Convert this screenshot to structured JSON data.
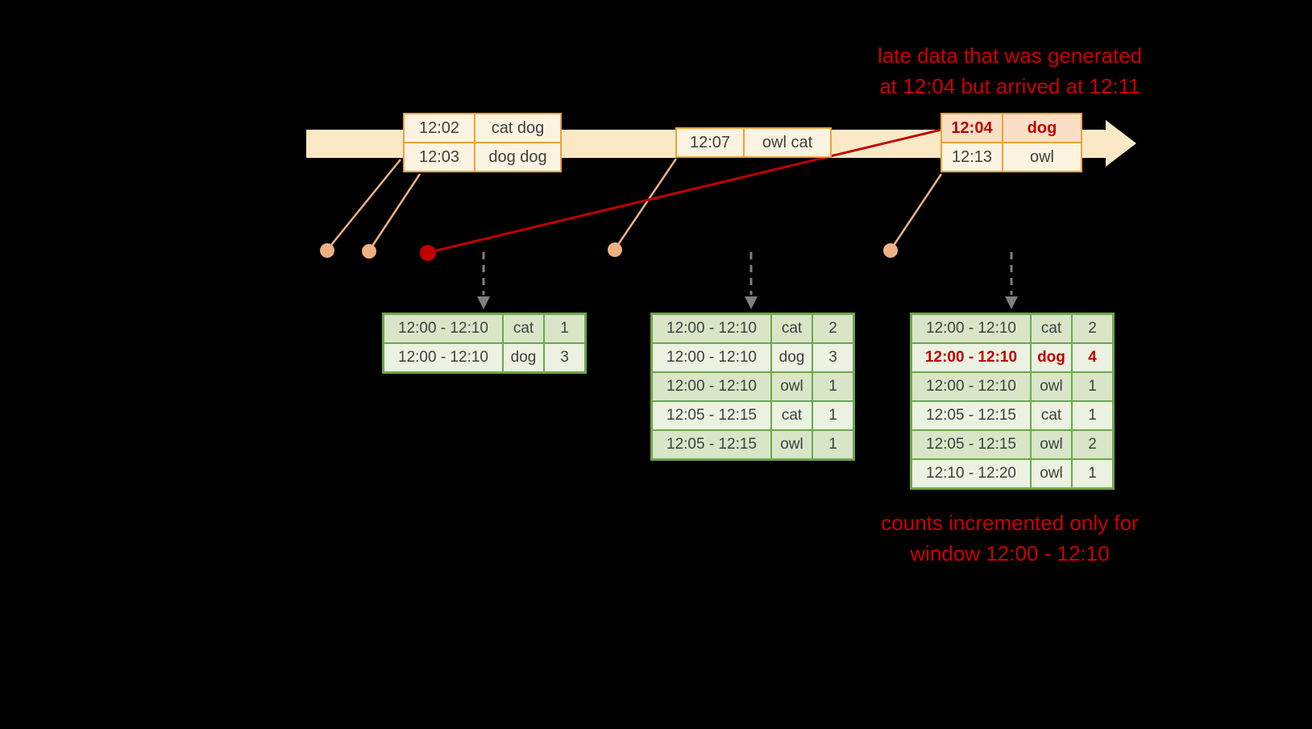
{
  "annotations": {
    "late_data_line1": "late data that was generated",
    "late_data_line2": "at 12:04 but arrived at 12:11",
    "counts_line1": "counts incremented only for",
    "counts_line2": "window 12:00 - 12:10"
  },
  "events": {
    "batch1": {
      "rows": [
        {
          "time": "12:02",
          "words": "cat dog"
        },
        {
          "time": "12:03",
          "words": "dog dog"
        }
      ]
    },
    "batch2": {
      "rows": [
        {
          "time": "12:07",
          "words": "owl cat"
        }
      ]
    },
    "batch3": {
      "rows": [
        {
          "time": "12:04",
          "words": "dog"
        },
        {
          "time": "12:13",
          "words": "owl"
        }
      ]
    }
  },
  "results": {
    "t1": {
      "rows": [
        {
          "window": "12:00 - 12:10",
          "word": "cat",
          "count": "1"
        },
        {
          "window": "12:00 - 12:10",
          "word": "dog",
          "count": "3"
        }
      ]
    },
    "t2": {
      "rows": [
        {
          "window": "12:00 - 12:10",
          "word": "cat",
          "count": "2"
        },
        {
          "window": "12:00 - 12:10",
          "word": "dog",
          "count": "3"
        },
        {
          "window": "12:00 - 12:10",
          "word": "owl",
          "count": "1"
        },
        {
          "window": "12:05 - 12:15",
          "word": "cat",
          "count": "1"
        },
        {
          "window": "12:05 - 12:15",
          "word": "owl",
          "count": "1"
        }
      ]
    },
    "t3": {
      "rows": [
        {
          "window": "12:00 - 12:10",
          "word": "cat",
          "count": "2"
        },
        {
          "window": "12:00 - 12:10",
          "word": "dog",
          "count": "4"
        },
        {
          "window": "12:00 - 12:10",
          "word": "owl",
          "count": "1"
        },
        {
          "window": "12:05 - 12:15",
          "word": "cat",
          "count": "1"
        },
        {
          "window": "12:05 - 12:15",
          "word": "owl",
          "count": "2"
        },
        {
          "window": "12:10 - 12:20",
          "word": "owl",
          "count": "1"
        }
      ]
    }
  },
  "colors": {
    "background": "#000000",
    "timeline_arrow": "#FBE9C6",
    "event_border": "#E8A33D",
    "event_fill": "#FDF3E1",
    "late_row_fill": "#FBDFC6",
    "connector_peach": "#EFB183",
    "late_red": "#C00000",
    "annotation_red": "#CC0000",
    "trigger_arrow_gray": "#7F7F7F",
    "result_border": "#6FA64C",
    "result_row_dark": "#D8E6C7",
    "result_row_light": "#EBF2E1",
    "table_text": "#3F3F3F"
  }
}
